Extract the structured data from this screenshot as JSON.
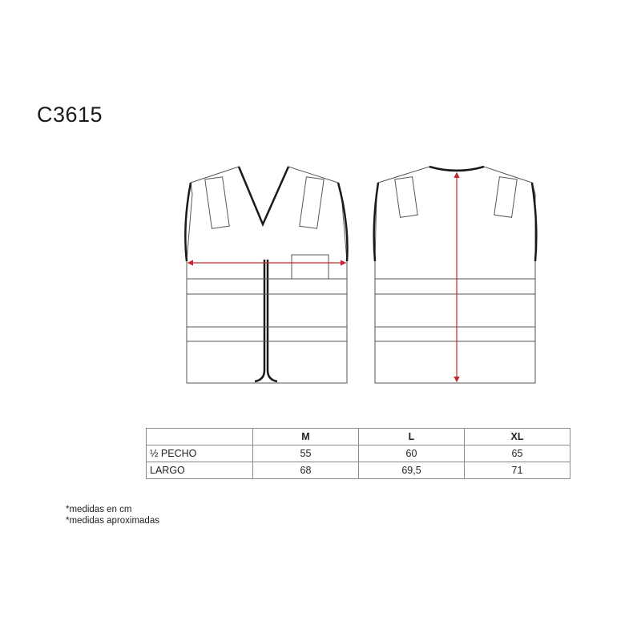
{
  "model_code": "C3615",
  "size_table": {
    "columns": [
      "",
      "M",
      "L",
      "XL"
    ],
    "rows": [
      {
        "label": "½  PECHO",
        "values": [
          "55",
          "60",
          "65"
        ]
      },
      {
        "label": "LARGO",
        "values": [
          "68",
          "69,5",
          "71"
        ]
      }
    ]
  },
  "notes": [
    "*medidas en cm",
    "*medidas aproximadas"
  ],
  "colors": {
    "outline": "#1a1a1a",
    "thin_line": "#555555",
    "measure_arrow": "#c0282d"
  }
}
